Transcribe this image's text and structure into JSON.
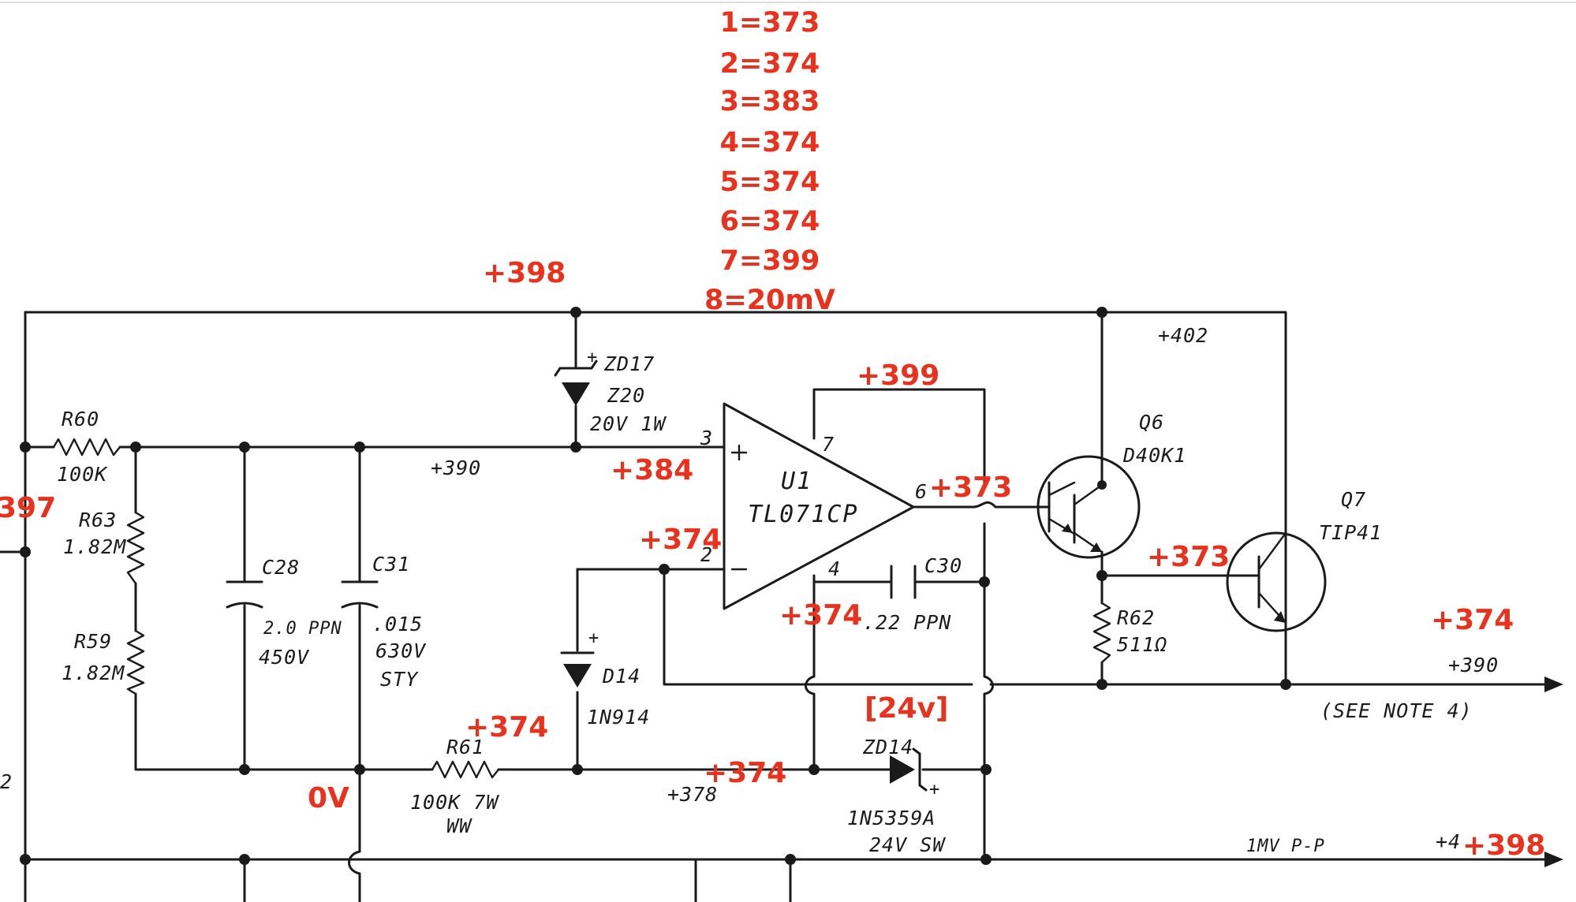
{
  "pin_voltages": [
    "1=373",
    "2=374",
    "3=383",
    "4=374",
    "5=374",
    "6=374",
    "7=399",
    "8=20mV"
  ],
  "measurements": {
    "top_rail": "+398",
    "left_node": "397",
    "opamp_supply": "+399",
    "opamp_pos_input": "+384",
    "opamp_neg_input": "+374",
    "opamp_output": "+373",
    "opamp_pin4": "+374",
    "q7_base": "+373",
    "output_rail": "+374",
    "r61_node": "+374",
    "mid_bus": "+374",
    "zd14_note": "[24v]",
    "ground_node": "0V",
    "bottom_right": "+398"
  },
  "schematic_labels": {
    "r60": "R60",
    "r60_val": "100K",
    "r63": "R63",
    "r63_val": "1.82M",
    "r59": "R59",
    "r59_val": "1.82M",
    "c28": "C28",
    "c28_val": "2.0 PPN",
    "c28_volt": "450V",
    "c31": "C31",
    "c31_val": ".015",
    "c31_volt": "630V",
    "c31_type": "STY",
    "zd17": "ZD17",
    "zd17_val": "Z20",
    "zd17_rating": "20V 1W",
    "node_390": "+390",
    "pin3": "3",
    "pin2": "2",
    "pin7": "7",
    "pin6": "6",
    "pin4": "4",
    "u1": "U1",
    "u1_part": "TL071CP",
    "c30": "C30",
    "c30_val": ".22 PPN",
    "d14": "D14",
    "d14_part": "1N914",
    "r61": "R61",
    "r61_val": "100K 7W",
    "r61_type": "WW",
    "node_378": "+378",
    "zd14": "ZD14",
    "zd14_part": "1N5359A",
    "zd14_rating": "24V SW",
    "q6": "Q6",
    "q6_part": "D40K1",
    "q7": "Q7",
    "q7_part": "TIP41",
    "r62": "R62",
    "r62_val": "511Ω",
    "node_402": "+402",
    "out_390": "+390",
    "note": "(SEE NOTE 4)",
    "ripple": "1MV P-P",
    "edge_left": "2",
    "edge_right": "+4"
  },
  "colors": {
    "annotation": "#e8321e",
    "ink": "#1a1a1a"
  }
}
